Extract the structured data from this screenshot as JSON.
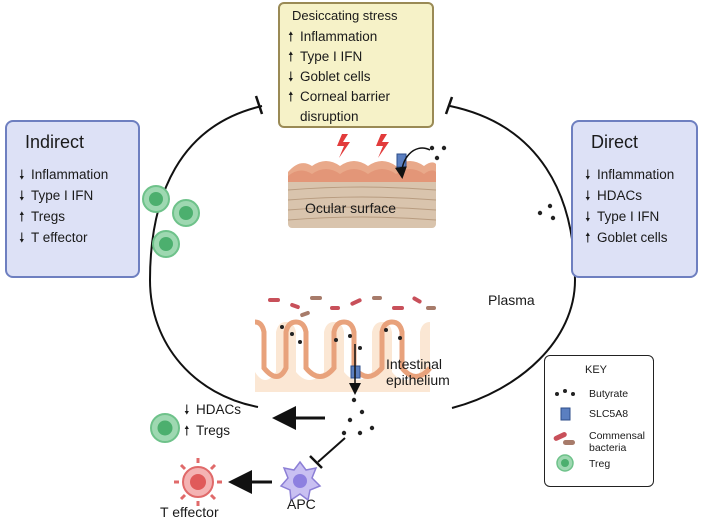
{
  "stress": {
    "title": "Desiccating stress",
    "items": [
      {
        "dir": "up",
        "text": "Inflammation"
      },
      {
        "dir": "up",
        "text": "Type I IFN"
      },
      {
        "dir": "down",
        "text": "Goblet cells"
      },
      {
        "dir": "up",
        "text": "Corneal barrier"
      },
      {
        "dir": "",
        "text": "disruption"
      }
    ]
  },
  "indirect": {
    "title": "Indirect",
    "items": [
      {
        "dir": "down",
        "text": "Inflammation"
      },
      {
        "dir": "down",
        "text": "Type I IFN"
      },
      {
        "dir": "up",
        "text": "Tregs"
      },
      {
        "dir": "down",
        "text": "T effector"
      }
    ]
  },
  "direct": {
    "title": "Direct",
    "items": [
      {
        "dir": "down",
        "text": "Inflammation"
      },
      {
        "dir": "down",
        "text": "HDACs"
      },
      {
        "dir": "down",
        "text": "Type I IFN"
      },
      {
        "dir": "up",
        "text": "Goblet cells"
      }
    ]
  },
  "labels": {
    "ocular_surface": "Ocular surface",
    "plasma": "Plasma",
    "intestinal_line1": "Intestinal",
    "intestinal_line2": "epithelium",
    "apc": "APC",
    "t_effector": "T effector"
  },
  "treg_effects": [
    {
      "dir": "down",
      "text": "HDACs"
    },
    {
      "dir": "up",
      "text": "Tregs"
    }
  ],
  "key": {
    "title": "KEY",
    "items": [
      {
        "icon": "butyrate-icon",
        "label": "Butyrate"
      },
      {
        "icon": "slc5a8-icon",
        "label": "SLC5A8"
      },
      {
        "icon": "bacteria-icon",
        "label": "Commensal bacteria"
      },
      {
        "icon": "treg-icon",
        "label": "Treg"
      }
    ]
  },
  "arrows": {
    "up": "🠕",
    "down": "🠗"
  },
  "colors": {
    "stress_bg": "#f6f2c8",
    "side_bg": "#dde1f6",
    "treg": "#5fbf7e",
    "apc": "#9b8de0",
    "t_effector": "#e05a5a",
    "slc": "#5b7fc0",
    "bacteria": "#c8505a"
  }
}
